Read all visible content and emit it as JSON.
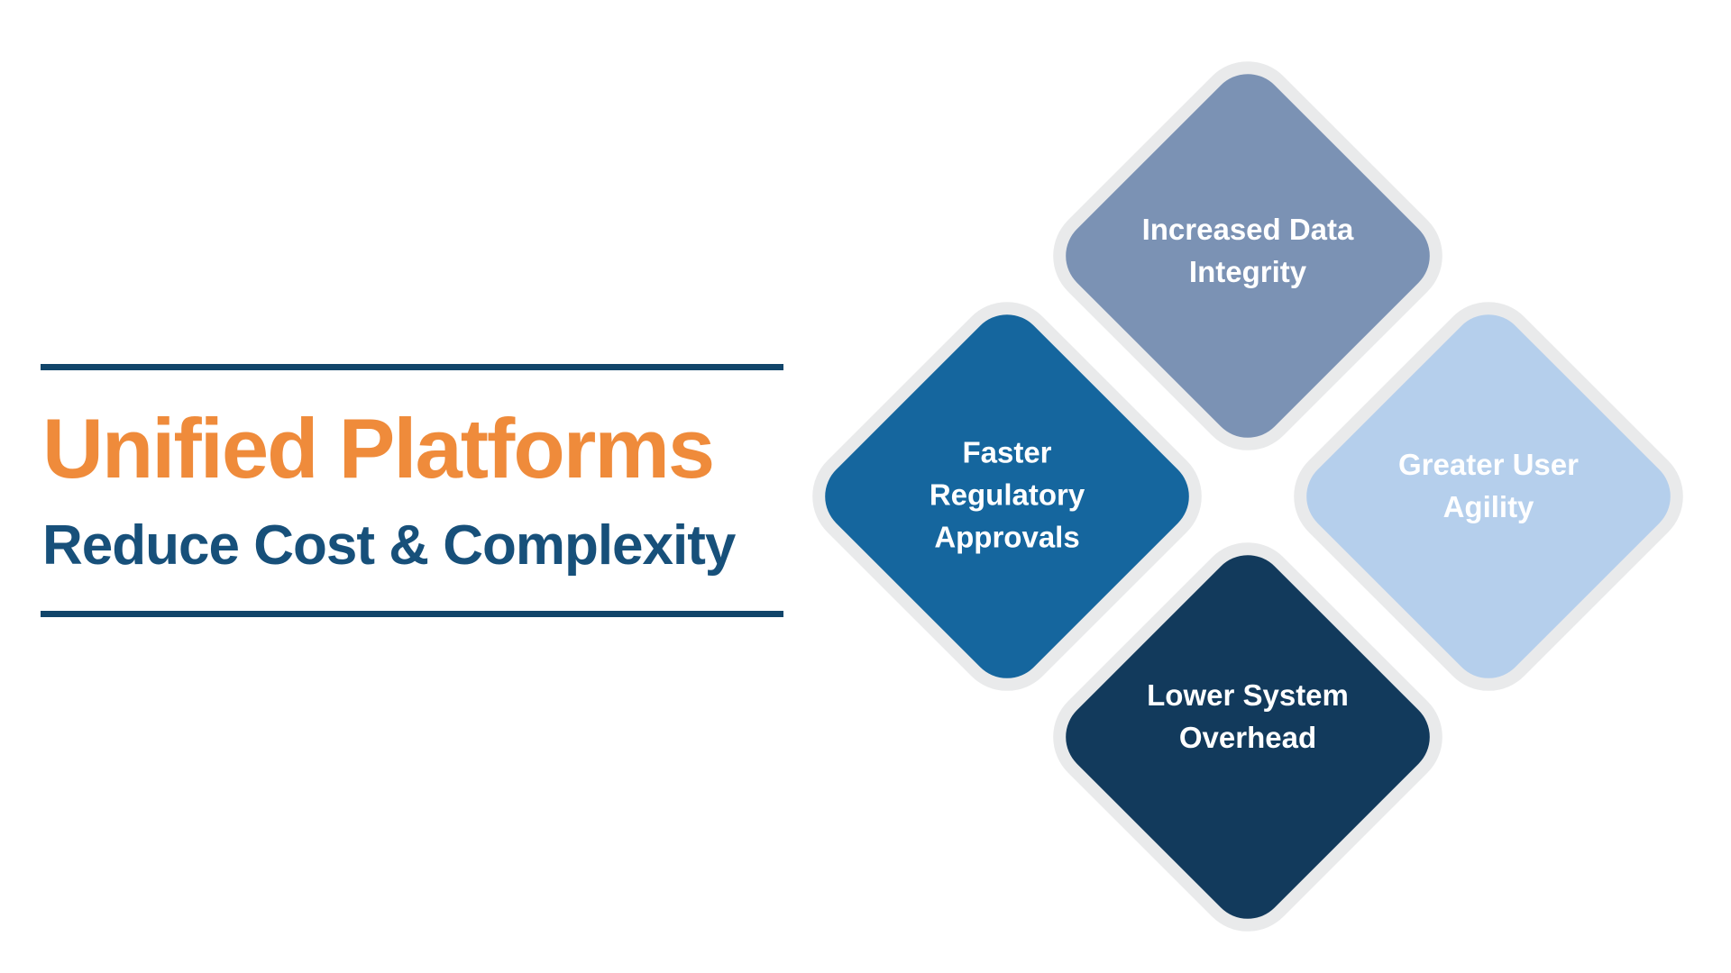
{
  "slide": {
    "header": {
      "title": "Unified Platforms",
      "subtitle": "Reduce Cost & Complexity",
      "title_color": "#EF8B3B",
      "subtitle_color": "#17507A",
      "rule_color": "#11456A"
    },
    "diamonds": {
      "top": {
        "label": "Increased Data Integrity",
        "color": "#7B92B4",
        "text_color": "#FFFFFF"
      },
      "left": {
        "label": "Faster Regulatory Approvals",
        "color": "#15669E",
        "text_color": "#FFFFFF"
      },
      "right": {
        "label": "Greater User Agility",
        "color": "#B5CFEC",
        "text_color": "#FFFFFF"
      },
      "bottom": {
        "label": "Lower System Overhead",
        "color": "#123A5C",
        "text_color": "#FFFFFF"
      }
    },
    "outline_color": "#E9EAEB",
    "background_color": "#FFFFFF"
  }
}
